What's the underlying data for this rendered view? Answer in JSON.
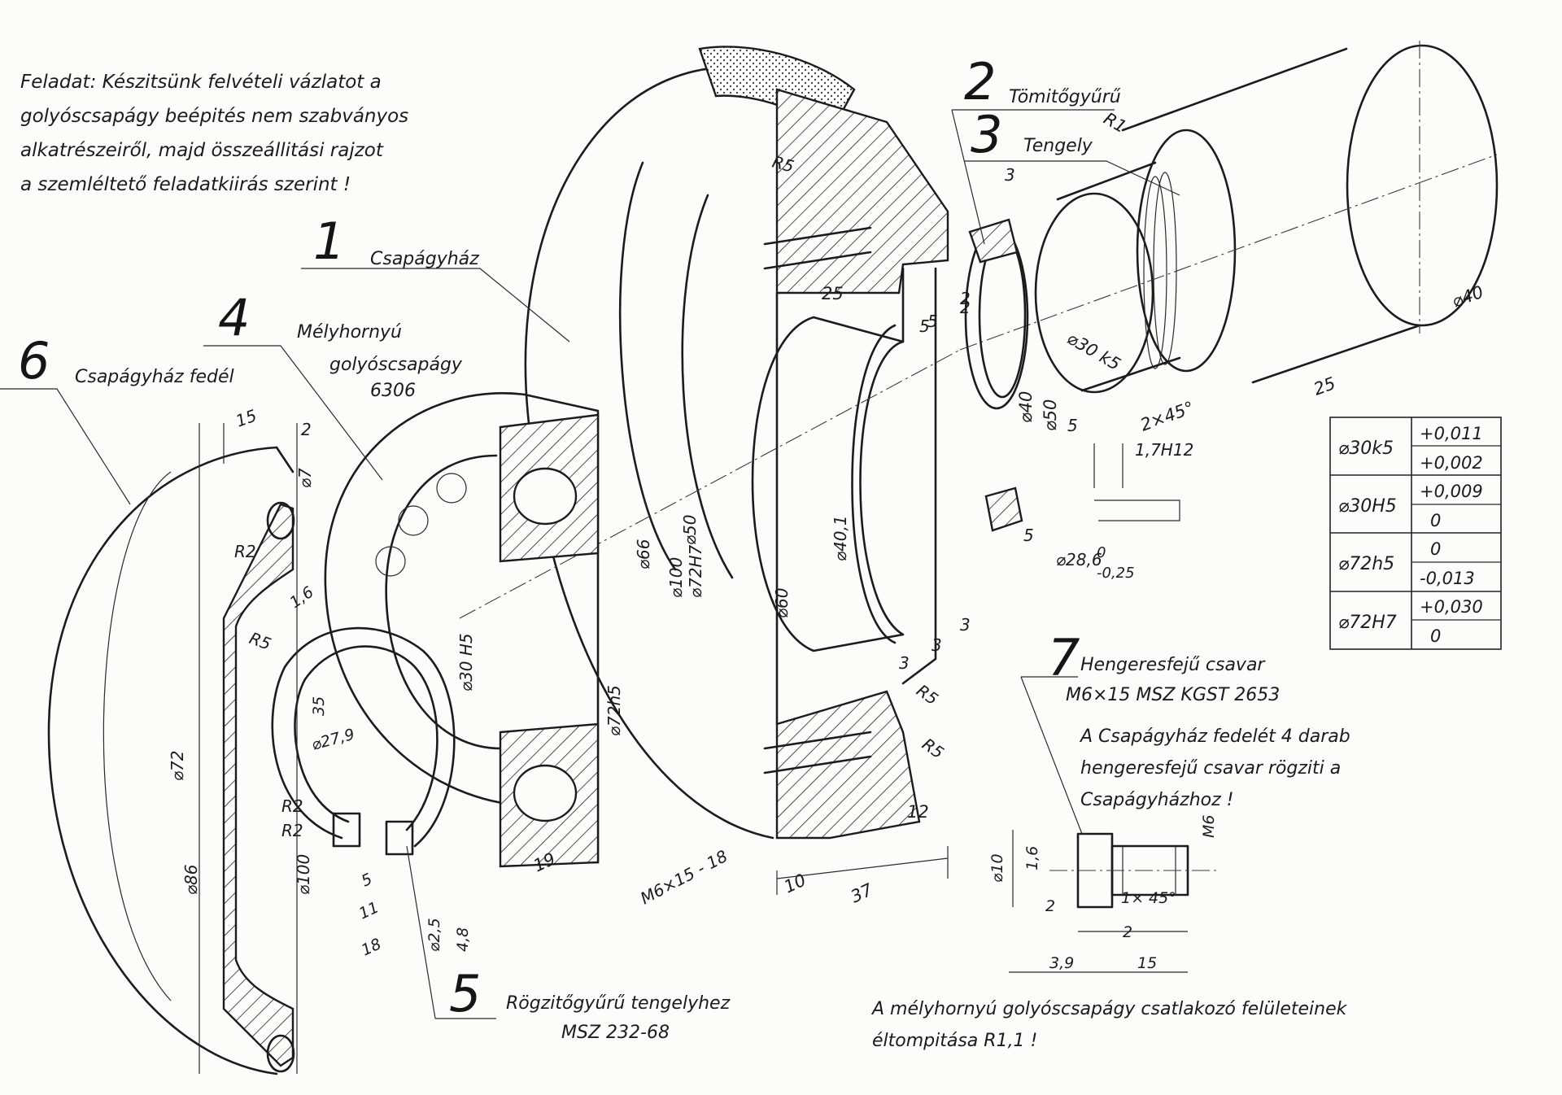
{
  "task": {
    "lines": [
      "Feladat:  Készitsünk  felvételi  vázlatot  a",
      "golyóscsapágy  beépités  nem  szabványos",
      "alkatrészeiről,  majd  összeállitási  rajzot",
      "a  szemléltető   feladatkiirás  szerint !"
    ]
  },
  "parts": [
    {
      "number": "1",
      "name": "Csapágyház"
    },
    {
      "number": "2",
      "name": "Tömitőgyűrű"
    },
    {
      "number": "3",
      "name": "Tengely"
    },
    {
      "number": "4",
      "name": "Mélyhornyú",
      "name2": "golyóscsapágy",
      "name3": "6306"
    },
    {
      "number": "5",
      "name": "Rögzitőgyűrű  tengelyhez",
      "name2": "MSZ  232-68"
    },
    {
      "number": "6",
      "name": "Csapágyház  fedél"
    },
    {
      "number": "7",
      "name": "Hengeresfejű   csavar",
      "name2": "M6×15    MSZ KGST  2653"
    }
  ],
  "notes": {
    "screw": [
      "A  Csapágyház  fedelét  4 darab",
      "hengeresfejű  csavar  rögziti  a",
      "Csapágyházhoz !"
    ],
    "bottom": [
      "A  mélyhornyú  golyóscsapágy  csatlakozó  felületeinek",
      "éltompitása  R1,1 !"
    ]
  },
  "tolerance_table": {
    "rows": [
      {
        "fit": "⌀30k5",
        "upper": "+0,011",
        "lower": "+0,002"
      },
      {
        "fit": "⌀30H5",
        "upper": "+0,009",
        "lower": "0"
      },
      {
        "fit": "⌀72h5",
        "upper": "0",
        "lower": "-0,013"
      },
      {
        "fit": "⌀72H7",
        "upper": "+0,030",
        "lower": "0"
      }
    ]
  },
  "dims": {
    "shaft_d40": "⌀40",
    "shaft_d30k5": "⌀30 k5",
    "shaft_25": "25",
    "shaft_chamfer": "2×45°",
    "shaft_r1": "R1",
    "groove_17h12": "1,7H12",
    "groove_5": "5",
    "groove_d286": "⌀28,6",
    "groove_tol_0": "0",
    "groove_tol_025": "-0,25",
    "seal_3": "3",
    "seal_2": "2",
    "seal_5": "5",
    "seal_5b": "5",
    "hous_r5a": "R5",
    "hous_25": "25",
    "hous_5": "5",
    "hous_2": "2",
    "hous_d40": "⌀40",
    "hous_d50": "⌀50",
    "hous_d401": "⌀40,1",
    "hous_d60": "⌀60",
    "hous_d66": "⌀66",
    "hous_d50b": "⌀50",
    "hous_d100": "⌀100",
    "hous_d72h7": "⌀72H7",
    "hous_3a": "3",
    "hous_3b": "3",
    "hous_3c": "3",
    "hous_r5b": "R5",
    "hous_r5c": "R5",
    "hous_12": "12",
    "hous_10": "10",
    "hous_37": "37",
    "hous_m6": "M6×15 - 18",
    "brg_d30h5": "⌀30 H5",
    "brg_d72h5": "⌀72h5",
    "brg_19": "19",
    "ring_d279": "⌀27,9",
    "ring_35": "35",
    "ring_5": "5",
    "ring_11": "11",
    "ring_18": "18",
    "ring_d25": "⌀2,5",
    "ring_48": "4,8",
    "cov_15": "15",
    "cov_2": "2",
    "cov_d7": "⌀7",
    "cov_r2a": "R2",
    "cov_16": "1,6",
    "cov_r5": "R5",
    "cov_d72": "⌀72",
    "cov_r2b": "R2",
    "cov_r2c": "R2",
    "cov_d86": "⌀86",
    "cov_d100": "⌀100",
    "scr_d10": "⌀10",
    "scr_16": "1,6",
    "scr_m6": "M6",
    "scr_2a": "2",
    "scr_chamf": "1× 45°",
    "scr_2b": "2",
    "scr_39": "3,9",
    "scr_15": "15"
  }
}
